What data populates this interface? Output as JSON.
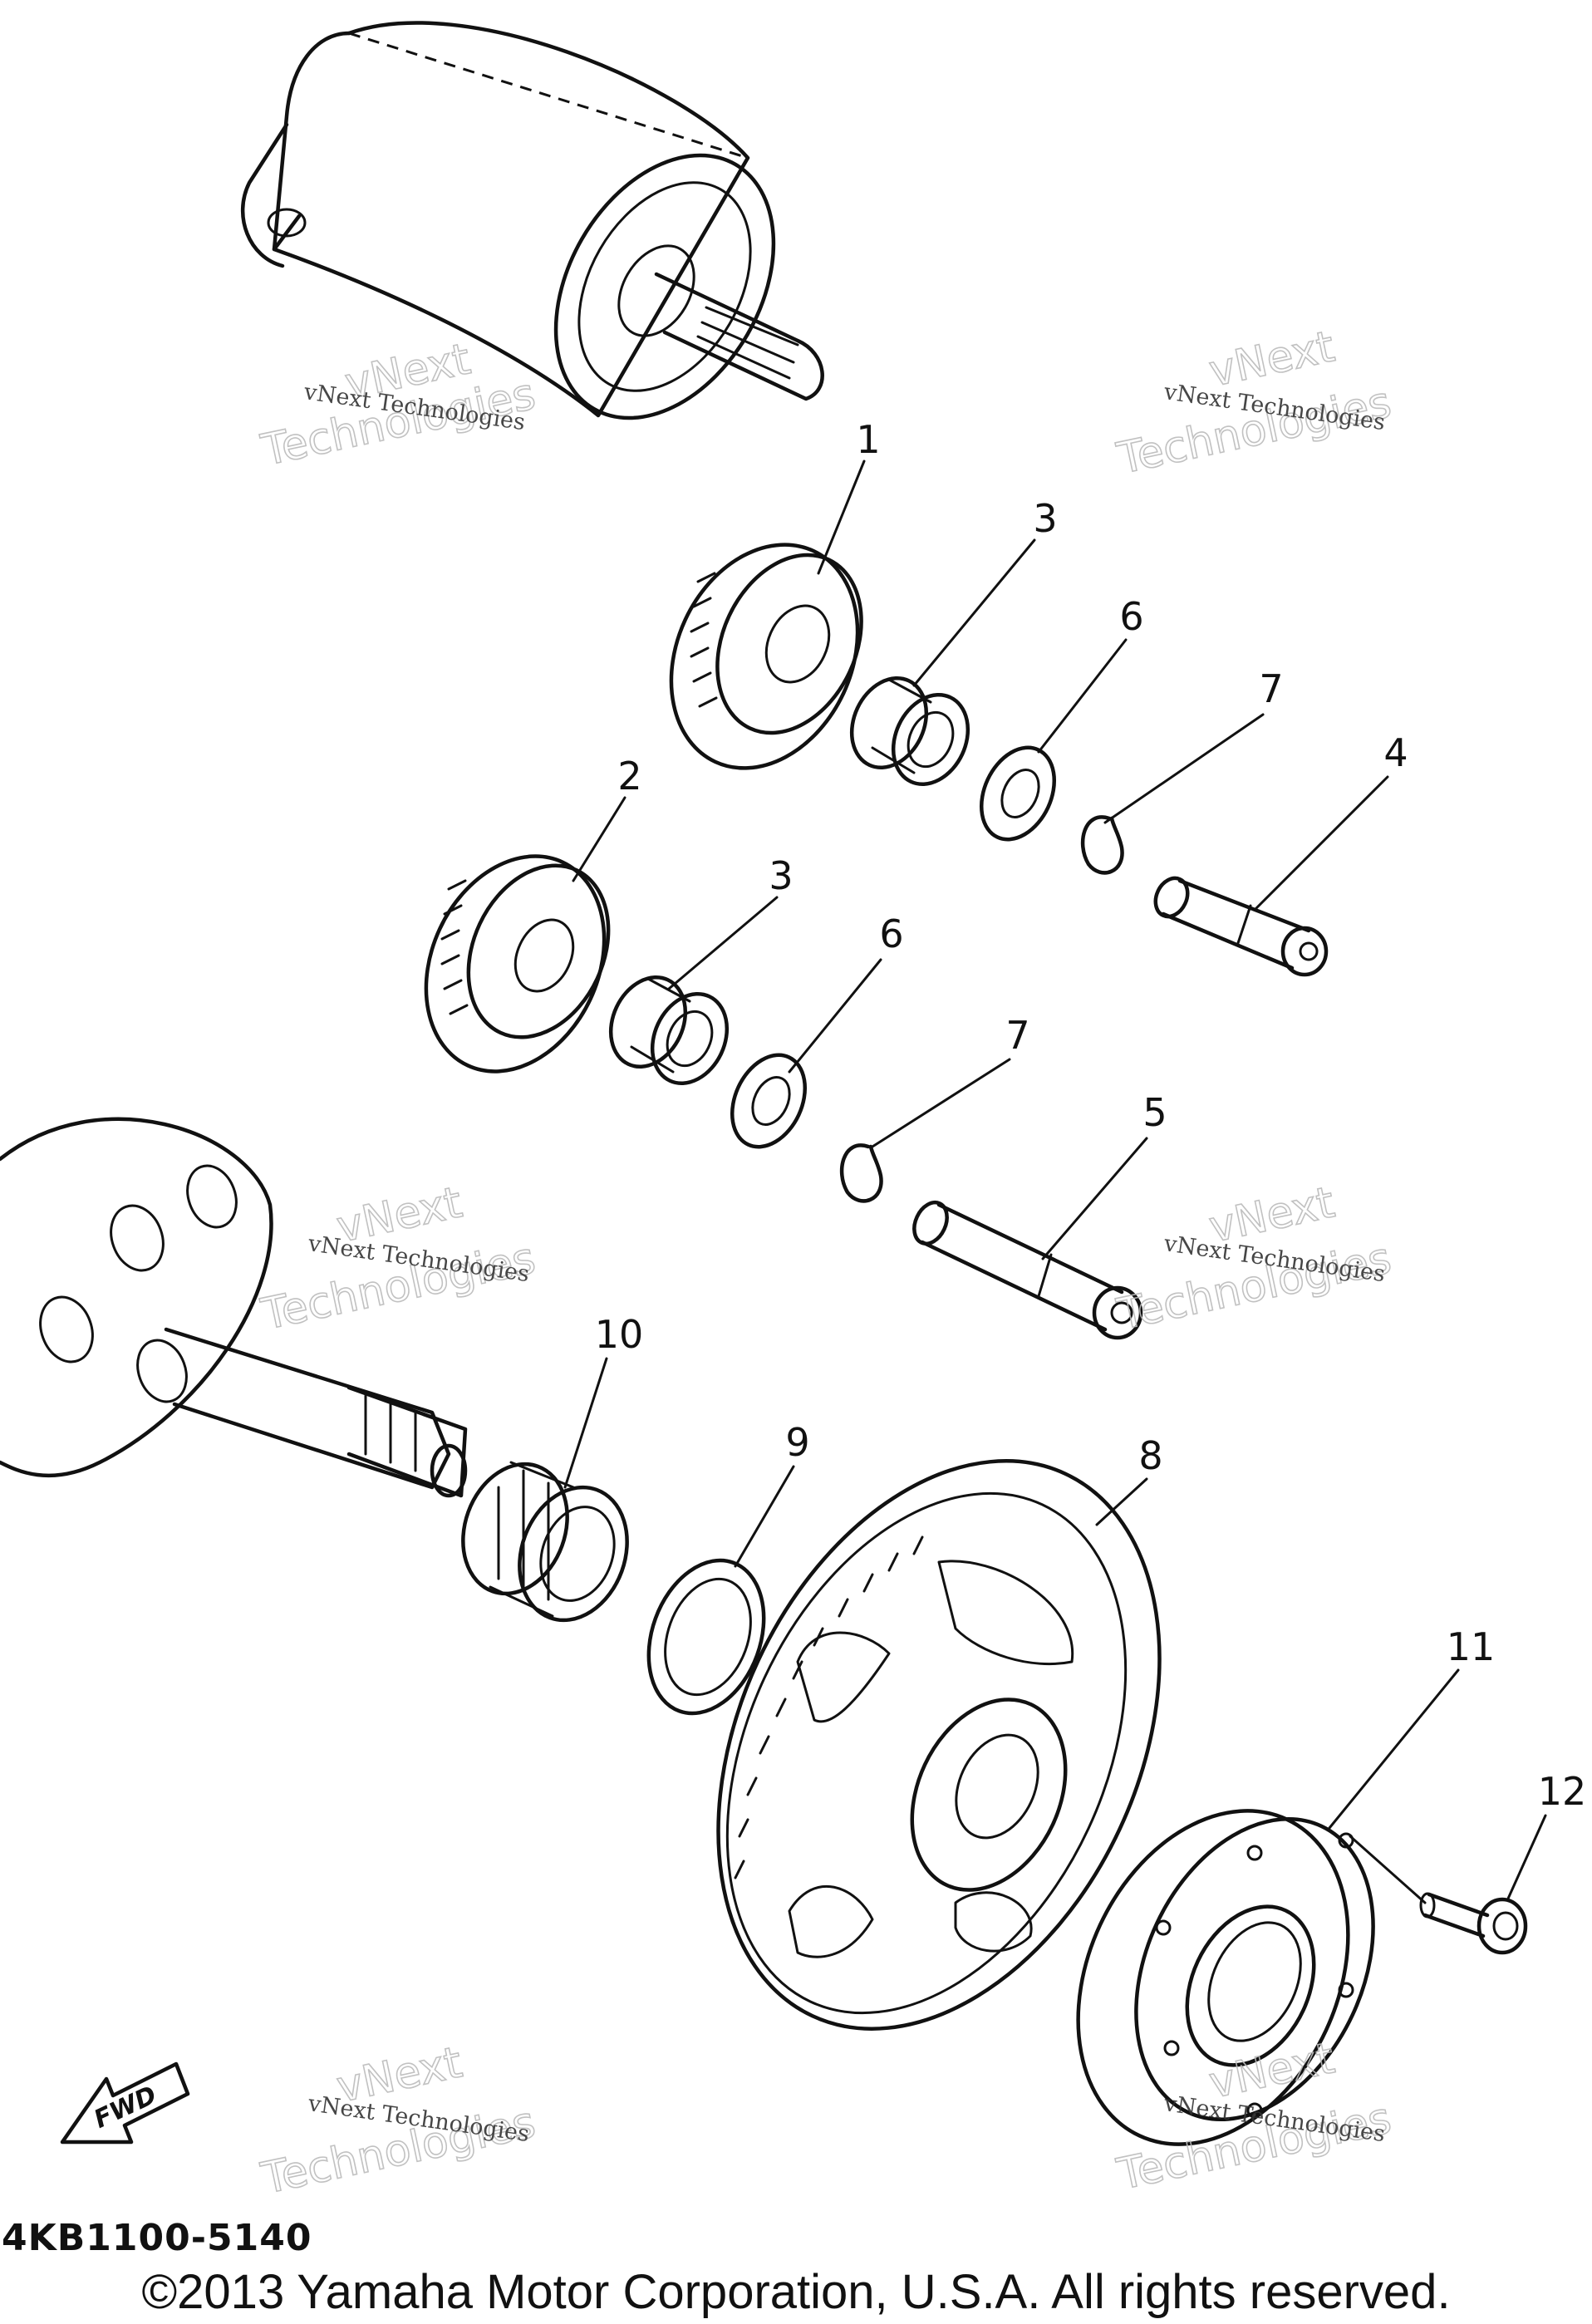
{
  "callouts": [
    {
      "id": "1",
      "label": "1"
    },
    {
      "id": "2",
      "label": "2"
    },
    {
      "id": "3a",
      "label": "3"
    },
    {
      "id": "3b",
      "label": "3"
    },
    {
      "id": "4",
      "label": "4"
    },
    {
      "id": "5",
      "label": "5"
    },
    {
      "id": "6a",
      "label": "6"
    },
    {
      "id": "6b",
      "label": "6"
    },
    {
      "id": "7a",
      "label": "7"
    },
    {
      "id": "7b",
      "label": "7"
    },
    {
      "id": "8",
      "label": "8"
    },
    {
      "id": "9",
      "label": "9"
    },
    {
      "id": "10",
      "label": "10"
    },
    {
      "id": "11",
      "label": "11"
    },
    {
      "id": "12",
      "label": "12"
    }
  ],
  "watermark": {
    "small_text": "vNext Technologies",
    "large_line1": "vNext",
    "large_line2": "Technologies"
  },
  "fwd_label": "FWD",
  "part_number": "4KB1100-5140",
  "copyright": "©2013 Yamaha Motor Corporation, U.S.A. All rights reserved."
}
